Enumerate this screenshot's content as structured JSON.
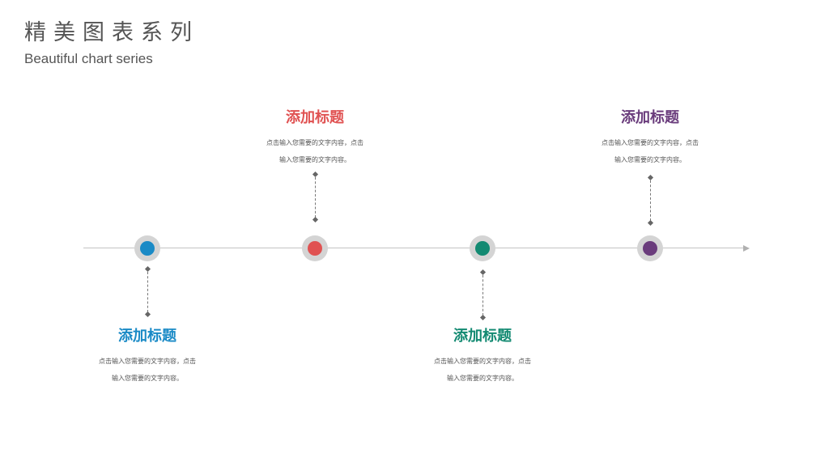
{
  "header": {
    "title": "精美图表系列",
    "subtitle": "Beautiful chart series"
  },
  "timeline": {
    "line_color": "#c4c4c4",
    "items": [
      {
        "heading": "添加标题",
        "desc_line1": "点击输入您需要的文字内容，点击",
        "desc_line2": "输入您需要的文字内容。",
        "color": "#1a8ac6",
        "position": "below"
      },
      {
        "heading": "添加标题",
        "desc_line1": "点击输入您需要的文字内容，点击",
        "desc_line2": "输入您需要的文字内容。",
        "color": "#e05252",
        "position": "above"
      },
      {
        "heading": "添加标题",
        "desc_line1": "点击输入您需要的文字内容，点击",
        "desc_line2": "输入您需要的文字内容。",
        "color": "#138a72",
        "position": "below"
      },
      {
        "heading": "添加标题",
        "desc_line1": "点击输入您需要的文字内容，点击",
        "desc_line2": "输入您需要的文字内容。",
        "color": "#6a3c7c",
        "position": "above"
      }
    ]
  }
}
